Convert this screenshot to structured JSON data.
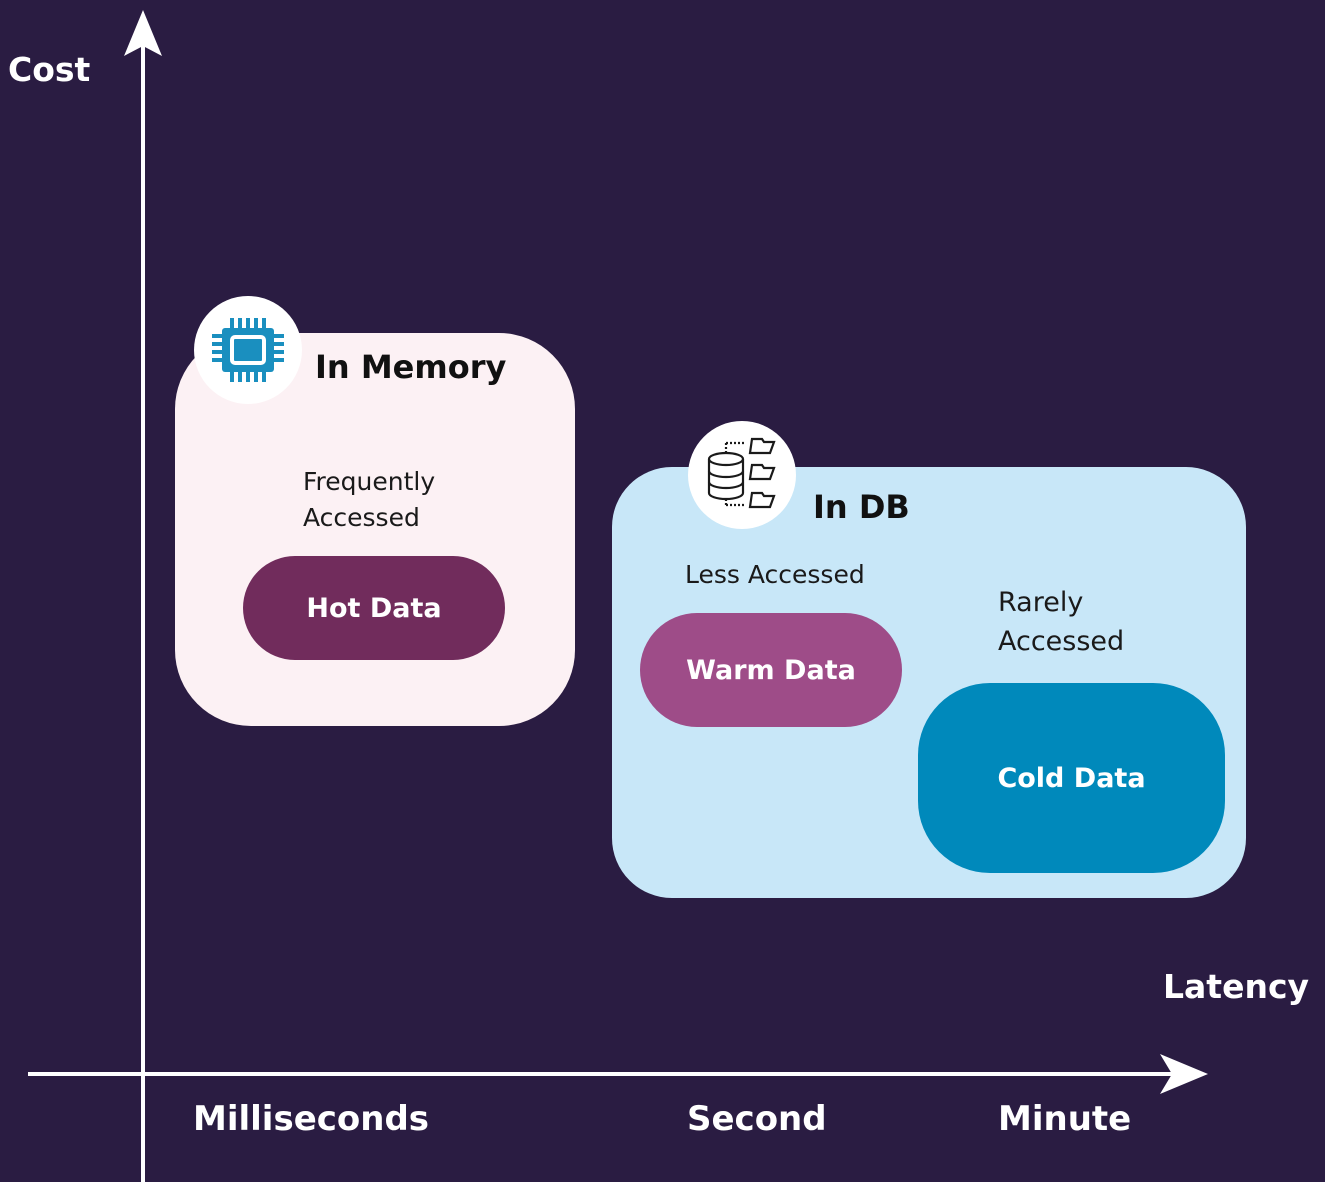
{
  "axes": {
    "y_label": "Cost",
    "x_label": "Latency",
    "x_ticks": [
      "Milliseconds",
      "Second",
      "Minute"
    ]
  },
  "memory": {
    "title": "In Memory",
    "icon": "cpu-chip-icon",
    "access_line1": "Frequently",
    "access_line2": "Accessed",
    "data_label": "Hot Data"
  },
  "db": {
    "title": "In DB",
    "icon": "database-folders-icon",
    "warm_access": "Less Accessed",
    "warm_label": "Warm Data",
    "cold_access_line1": "Rarely",
    "cold_access_line2": "Accessed",
    "cold_label": "Cold Data"
  },
  "colors": {
    "background": "#2a1c42",
    "memory_panel": "#fcf1f4",
    "db_panel": "#c8e7f8",
    "hot": "#712c5c",
    "warm": "#9e4c88",
    "cold": "#0089bb",
    "chip_icon": "#1a8fbf"
  }
}
